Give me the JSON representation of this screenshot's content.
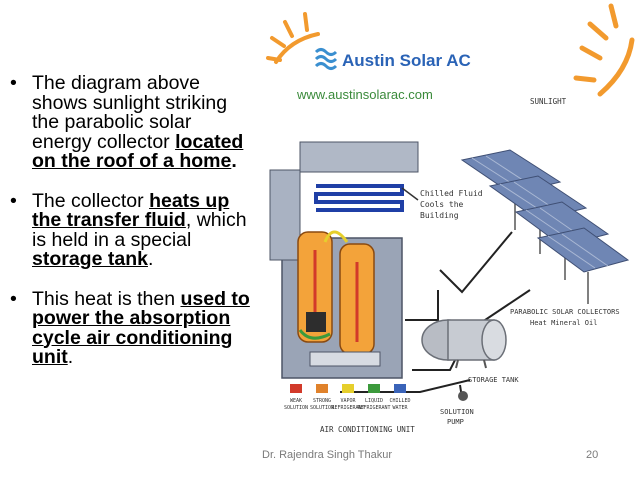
{
  "slide": {
    "bullets": [
      {
        "parts": [
          {
            "text": "The diagram above shows sunlight striking the parabolic solar energy collector ",
            "style": "plain"
          },
          {
            "text": "located on the roof of a home",
            "style": "bold-underline"
          },
          {
            "text": ".",
            "style": "bold"
          }
        ]
      },
      {
        "parts": [
          {
            "text": "The collector ",
            "style": "plain"
          },
          {
            "text": "heats up the transfer fluid",
            "style": "bold-underline"
          },
          {
            "text": ", which is held in a special ",
            "style": "plain"
          },
          {
            "text": "storage tank",
            "style": "bold-underline"
          },
          {
            "text": ".",
            "style": "plain"
          }
        ]
      },
      {
        "parts": [
          {
            "text": "This heat is then ",
            "style": "plain"
          },
          {
            "text": "used to power the absorption cycle air conditioning unit",
            "style": "bold-underline"
          },
          {
            "text": ".",
            "style": "plain"
          }
        ]
      }
    ],
    "footer": {
      "author": "Dr. Rajendra Singh Thakur",
      "page": "20"
    }
  },
  "figure": {
    "brand": "Austin Solar AC",
    "url": "www.austinsolarac.com",
    "labels": {
      "sunlight": "SUNLIGHT",
      "chilled": [
        "Chilled Fluid",
        "Cools the",
        "Building"
      ],
      "collectors": [
        "PARABOLIC SOLAR COLLECTORS",
        "Heat Mineral Oil"
      ],
      "storage": "STORAGE TANK",
      "pump": [
        "SOLUTION",
        "PUMP"
      ],
      "unit": "AIR CONDITIONING UNIT"
    },
    "legend": [
      {
        "text": "WEAK SOLUTION",
        "color": "#d23a2a"
      },
      {
        "text": "STRONG SOLUTION",
        "color": "#e0822b"
      },
      {
        "text": "VAPOR REFRIGERANT",
        "color": "#e6cf2c"
      },
      {
        "text": "LIQUID REFRIGERANT",
        "color": "#3c9a3c"
      },
      {
        "text": "CHILLED WATER",
        "color": "#3a63b8"
      }
    ],
    "colors": {
      "sun": "#f29a2e",
      "brand": "#2a63b6",
      "url": "#3a8a3a"
    }
  }
}
